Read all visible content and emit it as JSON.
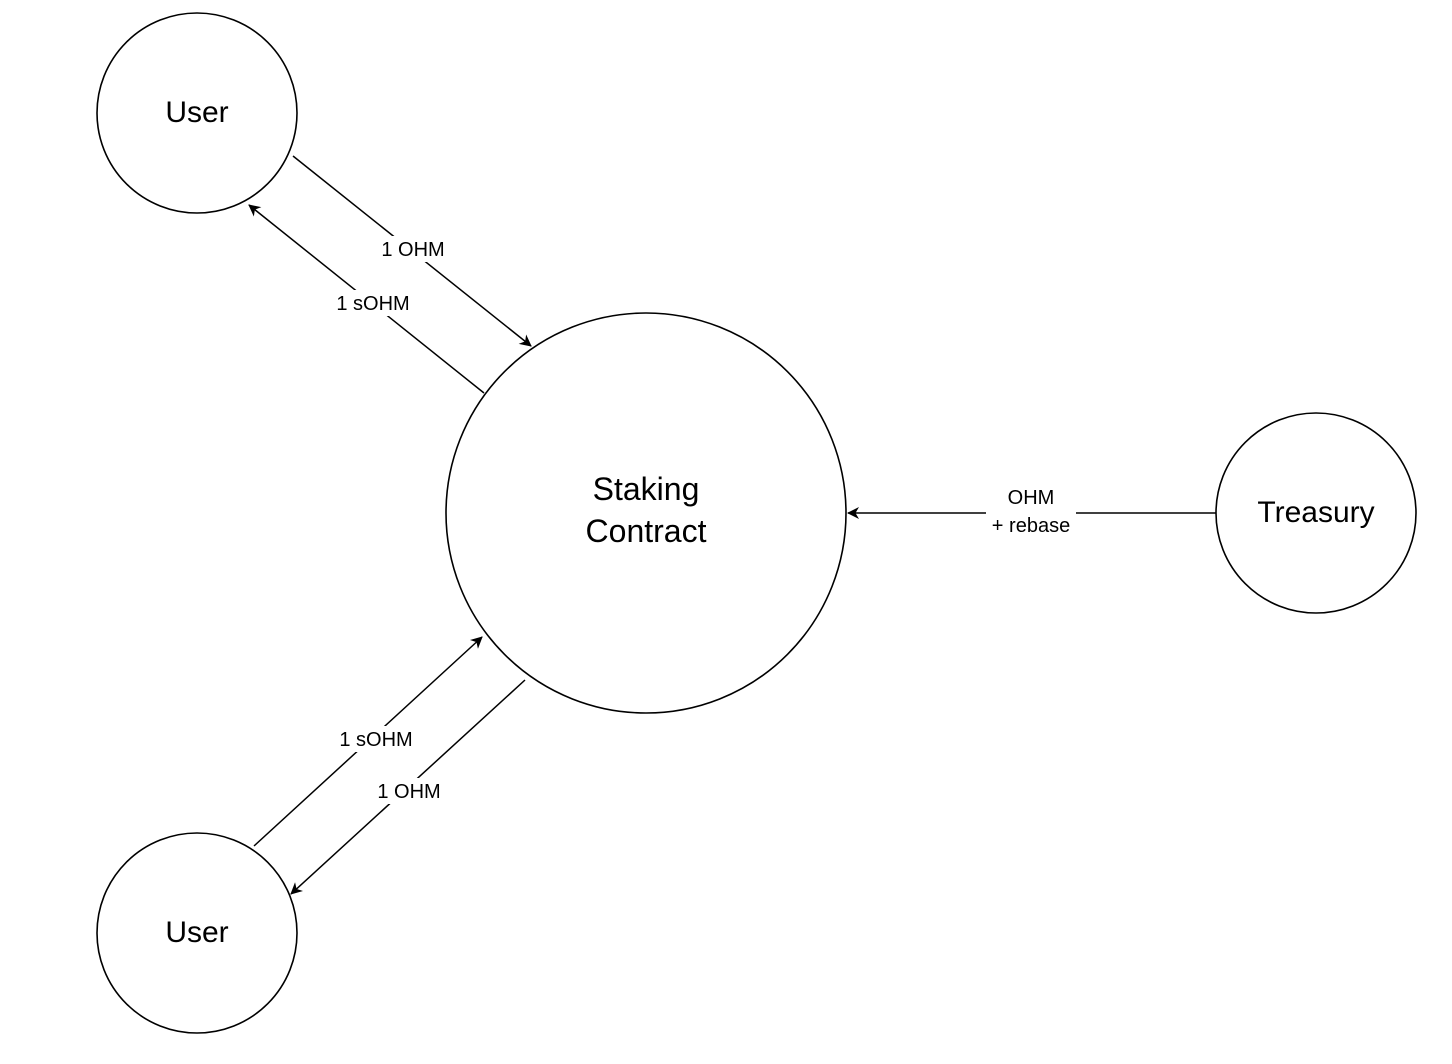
{
  "nodes": {
    "user_top": {
      "label": "User"
    },
    "user_bottom": {
      "label": "User"
    },
    "staking": {
      "label_line1": "Staking",
      "label_line2": "Contract"
    },
    "treasury": {
      "label": "Treasury"
    }
  },
  "edges": {
    "top_in": {
      "label": "1 OHM"
    },
    "top_out": {
      "label": "1 sOHM"
    },
    "bottom_in": {
      "label": "1 sOHM"
    },
    "bottom_out": {
      "label": "1 OHM"
    },
    "treasury_in": {
      "label_line1": "OHM",
      "label_line2": "+ rebase"
    }
  },
  "colors": {
    "stroke": "#000000",
    "background": "#ffffff"
  }
}
